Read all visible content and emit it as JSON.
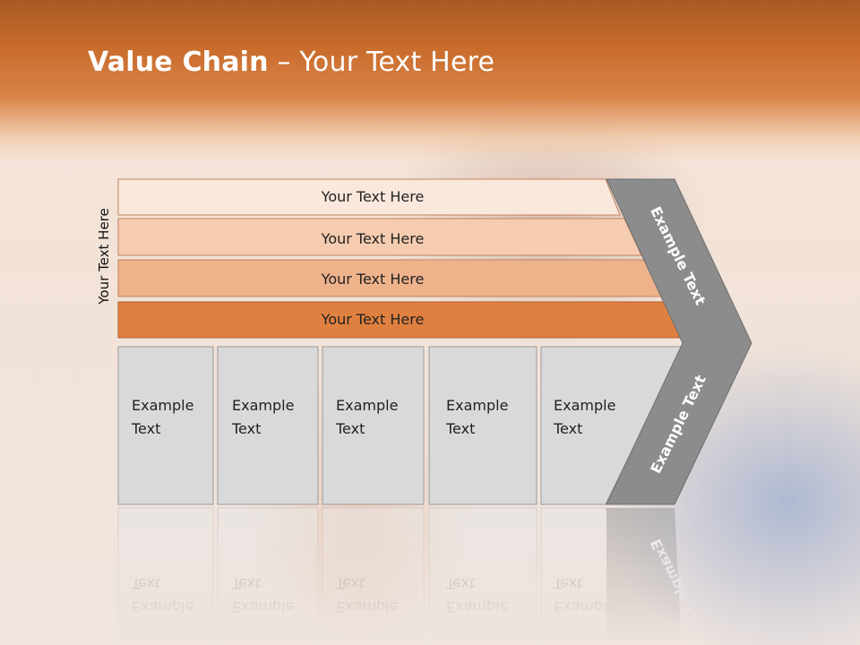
{
  "title": {
    "bold": "Value Chain",
    "rest": " – Your Text Here"
  },
  "side_label": "Your Text Here",
  "bands": [
    {
      "label": "Your Text Here",
      "color": "#fbe8dd"
    },
    {
      "label": "Your Text Here",
      "color": "#f6ccb0"
    },
    {
      "label": "Your Text Here",
      "color": "#efb38c"
    },
    {
      "label": "Your Text Here",
      "color": "#e08040"
    }
  ],
  "cells": [
    {
      "line1": "Example",
      "line2": "Text"
    },
    {
      "line1": "Example",
      "line2": "Text"
    },
    {
      "line1": "Example",
      "line2": "Text"
    },
    {
      "line1": "Example",
      "line2": "Text"
    },
    {
      "line1": "Example",
      "line2": "Text"
    }
  ],
  "chevron": {
    "upper_label": "Example Text",
    "lower_label": "Example Text",
    "color": "#8c8c8c"
  },
  "cell_color": "#d9d9d9"
}
